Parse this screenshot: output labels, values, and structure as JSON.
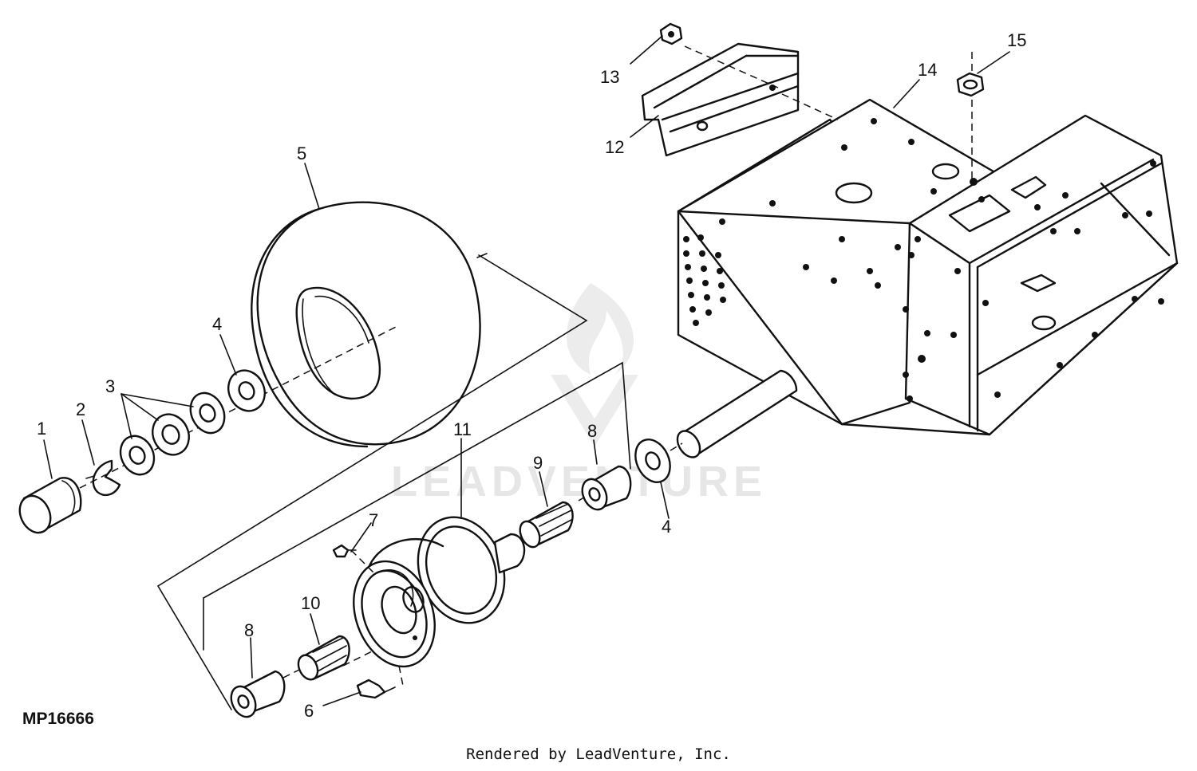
{
  "figure_id": "MP16666",
  "watermark": "LEADVENTURE",
  "credit": "Rendered by LeadVenture, Inc.",
  "callouts": {
    "c1": "1",
    "c2": "2",
    "c3": "3",
    "c4a": "4",
    "c5": "5",
    "c4b": "4",
    "c6": "6",
    "c7": "7",
    "c8a": "8",
    "c8b": "8",
    "c9": "9",
    "c10": "10",
    "c11": "11",
    "c12": "12",
    "c13": "13",
    "c14": "14",
    "c15": "15"
  }
}
